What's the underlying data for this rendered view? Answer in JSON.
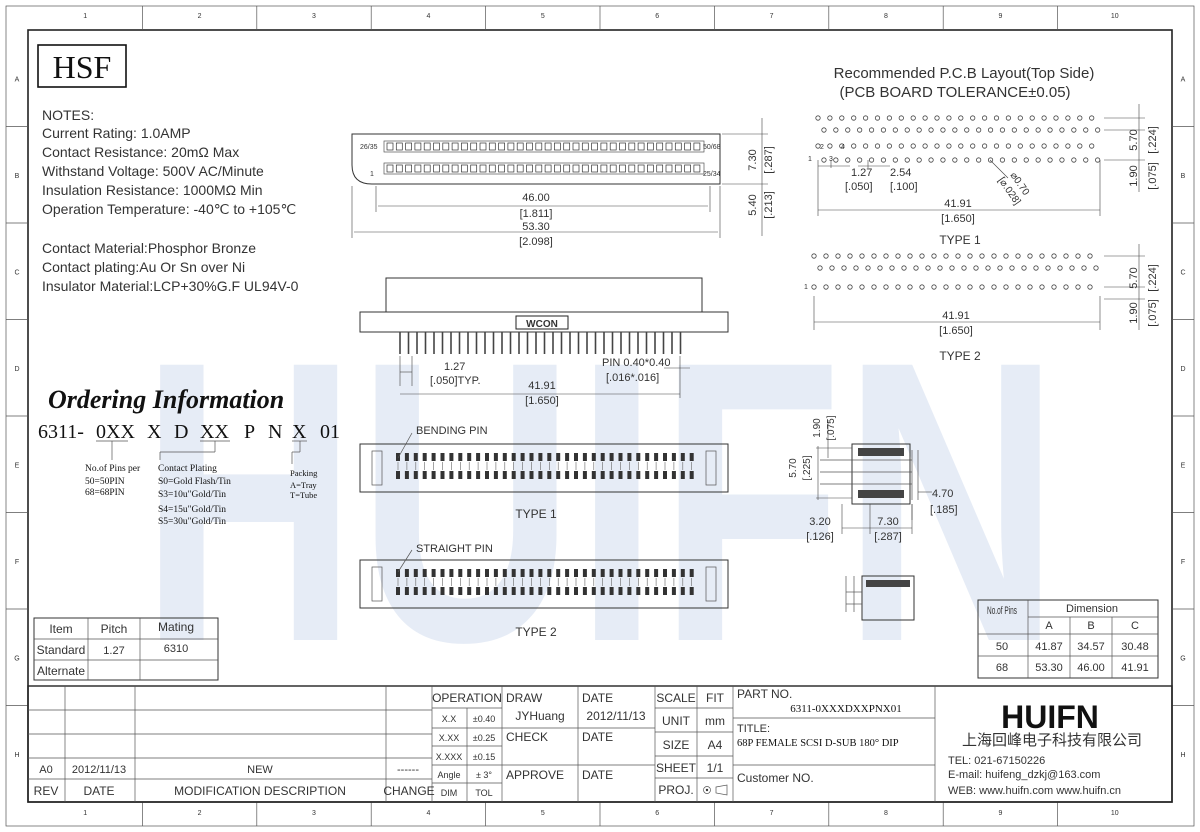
{
  "frame": {
    "col_markers": [
      "1",
      "2",
      "3",
      "4",
      "5",
      "6",
      "7",
      "8",
      "9",
      "10"
    ],
    "row_markers": [
      "A",
      "B",
      "C",
      "D",
      "E",
      "F",
      "G",
      "H"
    ]
  },
  "logo_hsf": "HSF",
  "watermark": "HUIFN",
  "notes": {
    "heading": "NOTES:",
    "lines": [
      "Current Rating: 1.0AMP",
      "Contact Resistance: 20mΩ Max",
      "Withstand Voltage: 500V AC/Minute",
      "Insulation Resistance: 1000MΩ Min",
      "Operation Temperature: -40℃ to +105℃"
    ],
    "material_lines": [
      "Contact Material:Phosphor Bronze",
      "Contact plating:Au Or Sn over Ni",
      "Insulator Material:LCP+30%G.F UL94V-0"
    ]
  },
  "ordering": {
    "title": "Ordering Information",
    "code_parts": [
      "6311-",
      "0XX",
      "X",
      "D",
      "XX",
      "P",
      "N",
      "X",
      "01"
    ],
    "pins_title": "No.of Pins per",
    "pins_opts": [
      "50=50PIN",
      "68=68PIN"
    ],
    "plating_title": "Contact Plating",
    "plating_opts": [
      "S0=Gold Flash/Tin",
      "S3=10u\"Gold/Tin",
      "S4=15u\"Gold/Tin",
      "S5=30u\"Gold/Tin"
    ],
    "packing_title": "Packing",
    "packing_opts": [
      "A=Tray",
      "T=Tube"
    ]
  },
  "front_view": {
    "label_tl": "26/35",
    "label_bl": "1",
    "label_tr": "50/68",
    "label_br": "25/34",
    "dim_inner": "46.00",
    "dim_inner_in": "[1.811]",
    "dim_outer": "53.30",
    "dim_outer_in": "[2.098]",
    "dim_h": "7.30",
    "dim_h_in": "[.287]",
    "dim_d": "5.40",
    "dim_d_in": "[.213]"
  },
  "side_view": {
    "brand": "WCON",
    "pitch": "1.27",
    "pitch_in": "[.050]TYP.",
    "pin": "PIN 0.40*0.40",
    "pin_in": "[.016*.016]",
    "span": "41.91",
    "span_in": "[1.650]"
  },
  "bottom_views": {
    "bending_label": "BENDING PIN",
    "type1": "TYPE 1",
    "straight_label": "STRAIGHT PIN",
    "type2": "TYPE 2"
  },
  "pcb": {
    "title1": "Recommended P.C.B Layout(Top Side)",
    "title2": "(PCB BOARD TOLERANCE±0.05)",
    "pitch": "1.27",
    "pitch_in": "[.050]",
    "row_pitch": "2.54",
    "row_pitch_in": "[.100]",
    "hole": "⌀0.70",
    "hole_in": "[⌀.028]",
    "span": "41.91",
    "span_in": "[1.650]",
    "h1": "5.70",
    "h1_in": "[.224]",
    "h2": "1.90",
    "h2_in": "[.075]",
    "type1": "TYPE 1",
    "type2": "TYPE 2",
    "pin_labels": [
      "1",
      "2",
      "3",
      "4"
    ]
  },
  "side_profile": {
    "d1": "1.90",
    "d1_in": "[.075]",
    "d2": "5.70",
    "d2_in": "[.225]",
    "d3": "4.70",
    "d3_in": "[.185]",
    "d4": "3.20",
    "d4_in": "[.126]",
    "d5": "7.30",
    "d5_in": "[.287]"
  },
  "dimension_table": {
    "col1": "No.of Pins",
    "group": "Dimension",
    "cols": [
      "A",
      "B",
      "C"
    ],
    "rows": [
      {
        "pins": "50",
        "a": "41.87",
        "b": "34.57",
        "c": "30.48"
      },
      {
        "pins": "68",
        "a": "53.30",
        "b": "46.00",
        "c": "41.91"
      }
    ]
  },
  "mating_table": {
    "headers": [
      "Item",
      "Pitch",
      "Mating"
    ],
    "rows": [
      [
        "Standard",
        "1.27",
        "6310"
      ],
      [
        "Alternate",
        "",
        ""
      ]
    ]
  },
  "title_block": {
    "rev_header": "REV",
    "date_header": "DATE",
    "mod_header": "MODIFICATION DESCRIPTION",
    "change_header": "CHANGE",
    "rev": "A0",
    "rev_date": "2012/11/13",
    "rev_desc": "NEW",
    "rev_change": "------",
    "operation": "OPERATION",
    "tolerances": [
      [
        "X.X",
        "±0.40"
      ],
      [
        "X.XX",
        "±0.25"
      ],
      [
        "X.XXX",
        "±0.15"
      ],
      [
        "Angle",
        "± 3°"
      ]
    ],
    "dim": "DIM",
    "tol": "TOL",
    "draw": "DRAW",
    "drawer": "JYHuang",
    "date": "DATE",
    "draw_date": "2012/11/13",
    "check": "CHECK",
    "approve": "APPROVE",
    "scale": "SCALE",
    "fit": "FIT",
    "unit": "UNIT",
    "unit_val": "mm",
    "size": "SIZE",
    "size_val": "A4",
    "sheet": "SHEET",
    "sheet_val": "1/1",
    "proj": "PROJ.",
    "part_no_label": "PART NO.",
    "part_no": "6311-0XXXDXXPNX01",
    "title_label": "TITLE:",
    "title": "68P FEMALE SCSI D-SUB 180° DIP",
    "customer": "Customer NO.",
    "company_logo": "HUIFN",
    "company": "上海回峰电子科技有限公司",
    "tel": "TEL: 021-67150226",
    "email": "E-mail: huifeng_dzkj@163.com",
    "web": "WEB: www.huifn.com  www.huifn.cn"
  }
}
